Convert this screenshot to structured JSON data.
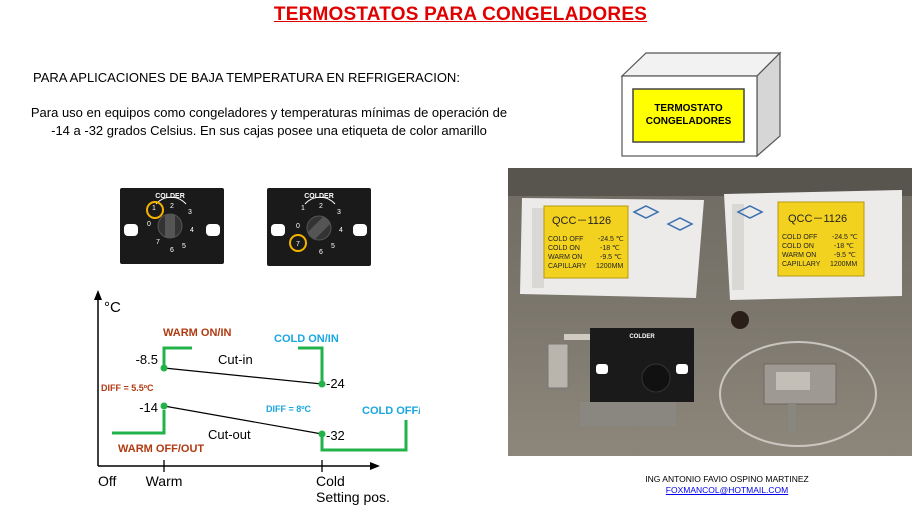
{
  "page": {
    "title": "TERMOSTATOS PARA CONGELADORES",
    "subtitle": "PARA APLICACIONES DE BAJA TEMPERATURA EN REFRIGERACION:",
    "description": "Para uso en equipos como congeladores y temperaturas mínimas de operación de -14 a -32 grados Celsius. En sus cajas posee una etiqueta de color amarillo"
  },
  "box_label": {
    "line1": "TERMOSTATO",
    "line2": "CONGELADORES"
  },
  "dial": {
    "label": "COLDER",
    "numbers": [
      "1",
      "2",
      "3",
      "4",
      "5",
      "6",
      "7",
      "0"
    ]
  },
  "graph": {
    "y_unit": "°C",
    "warm_on": "WARM ON/IN",
    "cold_on": "COLD ON/IN",
    "cold_off": "COLD OFF/OUT",
    "warm_off": "WARM OFF/OUT",
    "diff_warm": "DIFF = 5.5ºC",
    "diff_cold": "DIFF = 8ºC",
    "cut_in": "Cut-in",
    "cut_out": "Cut-out",
    "val_warm_in": "-8.5",
    "val_warm_out": "-14",
    "val_cold_in": "-24",
    "val_cold_out": "-32",
    "x_off": "Off",
    "x_warm": "Warm",
    "x_cold": "Cold",
    "x_setting": "Setting pos.",
    "colors": {
      "warm": "#b03a12",
      "cold": "#1aa6e0",
      "green": "#21b24a"
    }
  },
  "photo": {
    "labels": [
      {
        "model": "QCC－1126",
        "rows": [
          [
            "COLD OFF",
            "-24.5 ℃"
          ],
          [
            "COLD ON",
            "-18 ℃"
          ],
          [
            "WARM ON",
            "-9.5 ℃"
          ],
          [
            "CAPILLARY",
            "1200MM"
          ]
        ]
      },
      {
        "model": "QCC－1126",
        "rows": [
          [
            "COLD OFF",
            "-24.5 ℃"
          ],
          [
            "COLD ON",
            "-18 ℃"
          ],
          [
            "WARM ON",
            "-9.5 ℃"
          ],
          [
            "CAPILLARY",
            "1200MM"
          ]
        ]
      }
    ]
  },
  "credit": {
    "name": "ING ANTONIO FAVIO OSPINO MARTINEZ",
    "email": "FOXMANCOL@HOTMAIL.COM"
  }
}
